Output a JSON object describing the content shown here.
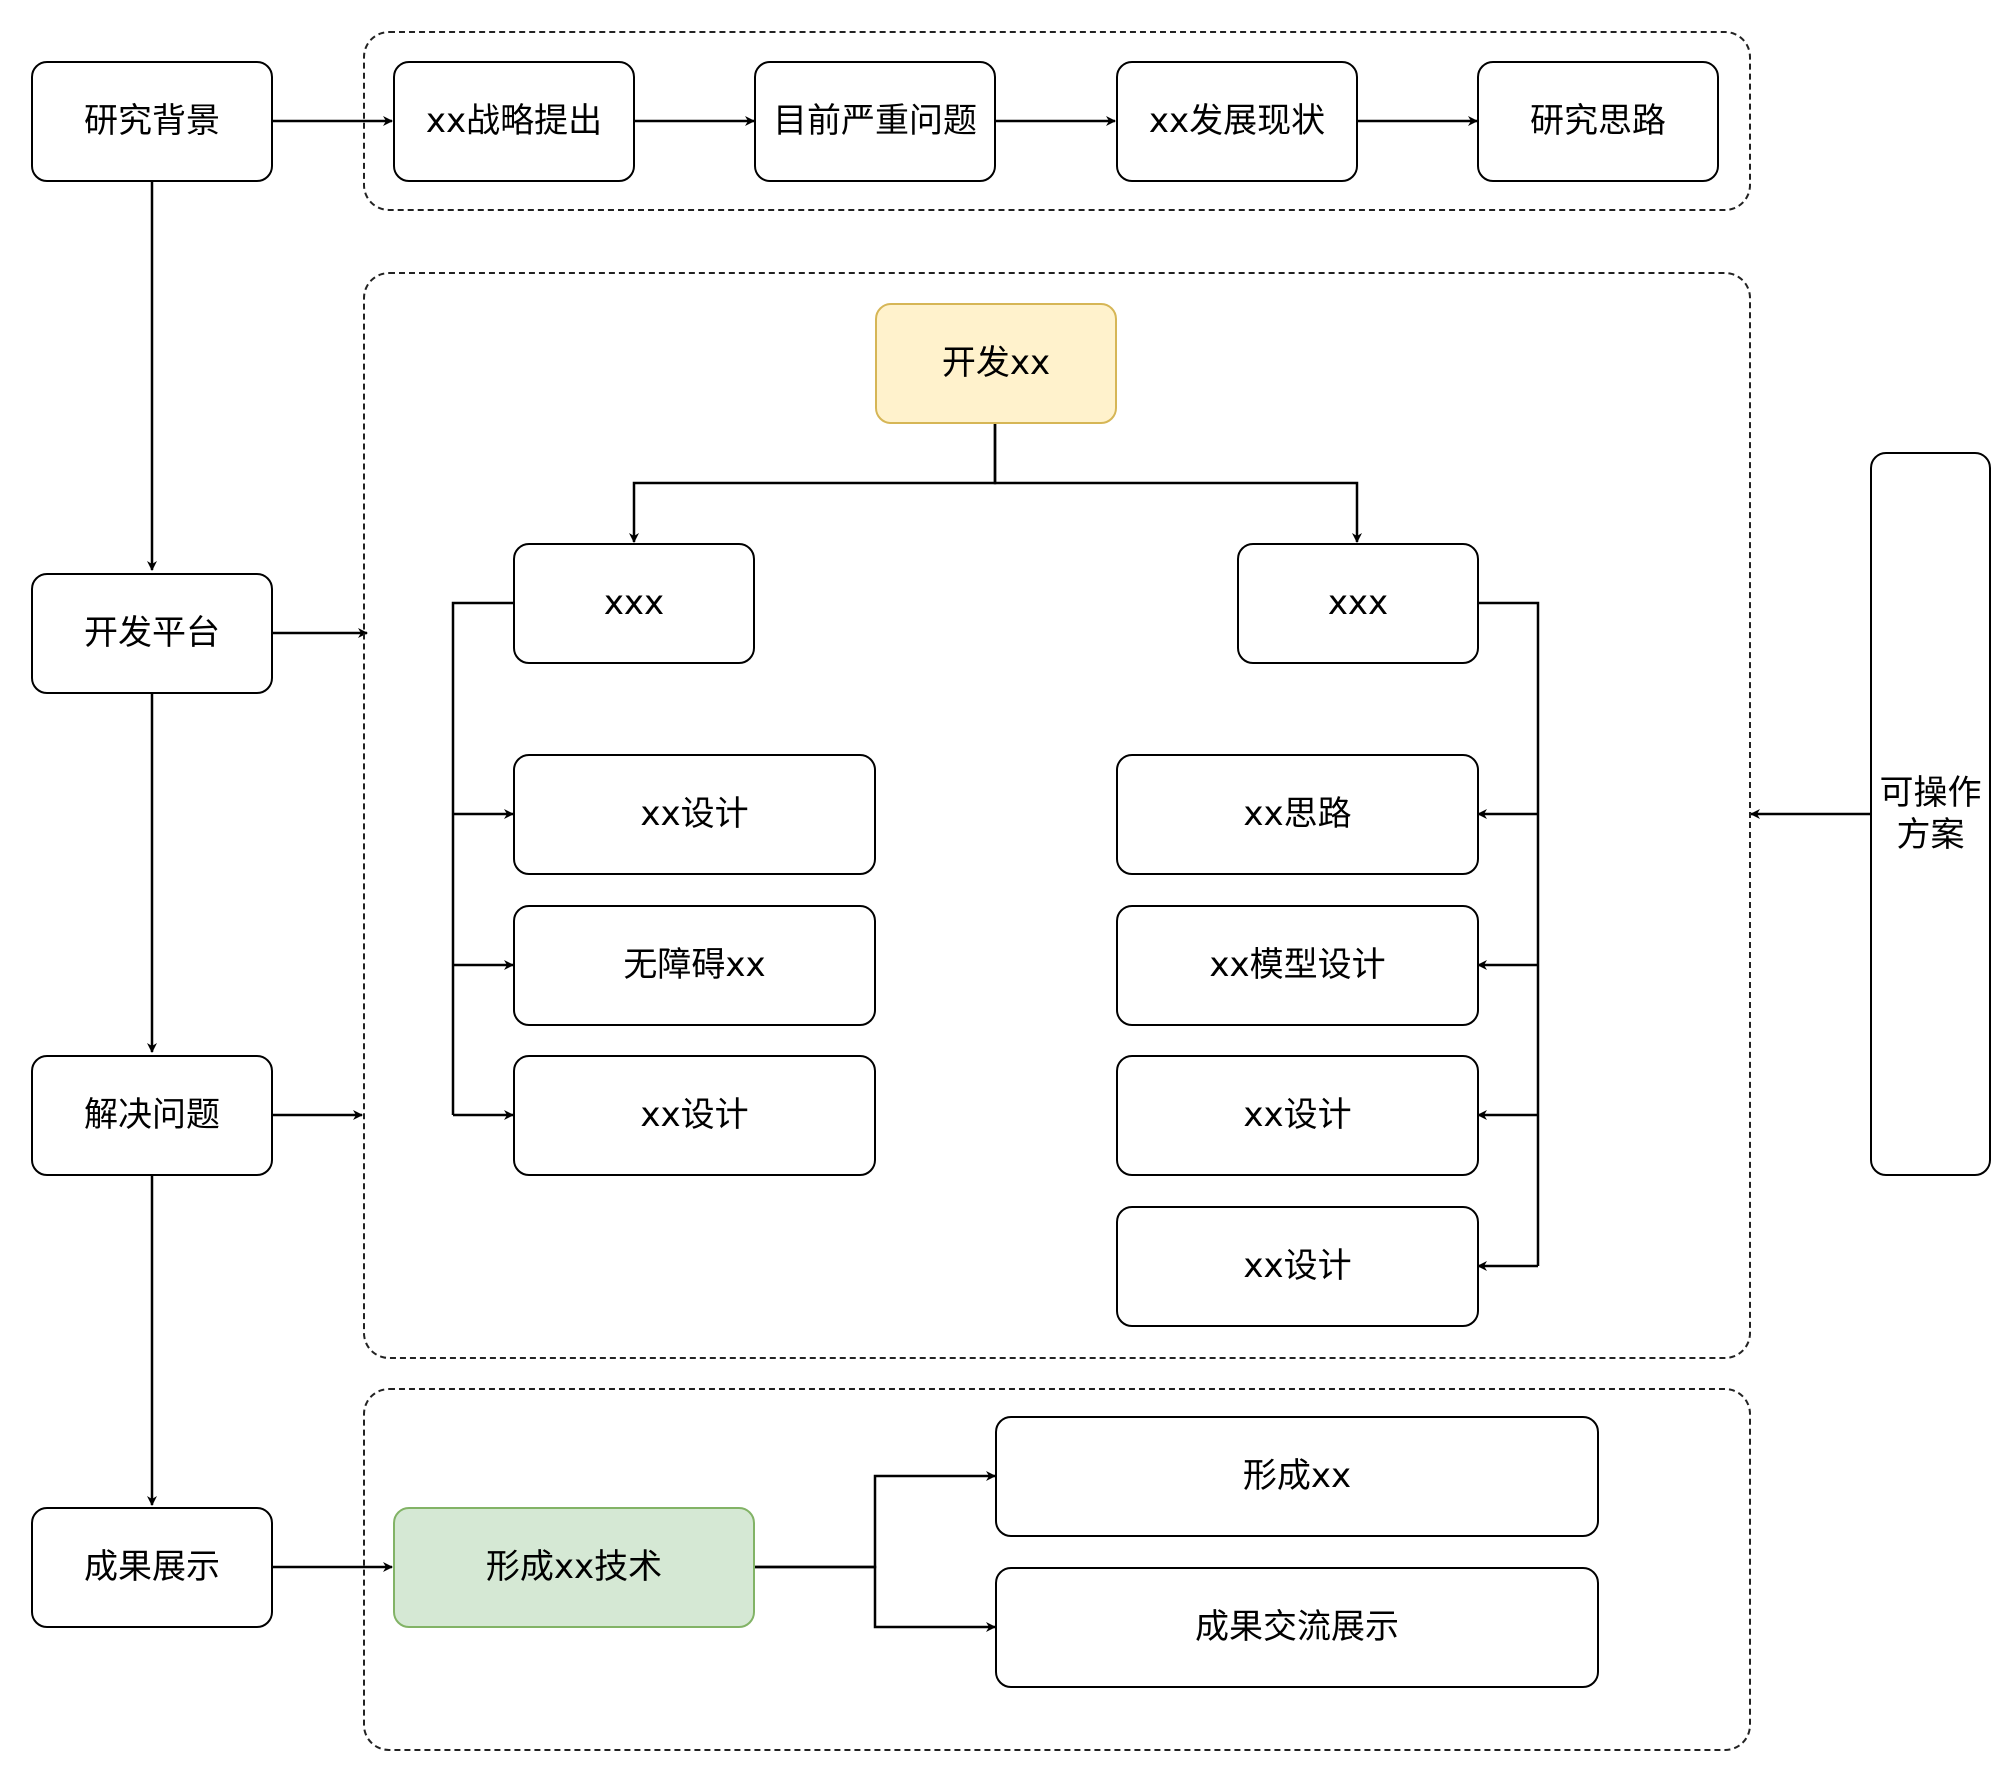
{
  "colors": {
    "line": "#000000",
    "yellow_fill": "#fff2cc",
    "yellow_border": "#d6b656",
    "green_fill": "#d5e8d4",
    "green_border": "#82b366"
  },
  "left_column": {
    "background": "研究背景",
    "platform": "开发平台",
    "solve": "解决问题",
    "results": "成果展示"
  },
  "top_row": [
    "xx战略提出",
    "目前严重问题",
    "xx发展现状",
    "研究思路"
  ],
  "middle": {
    "root": "开发xx",
    "left_branch": {
      "head": "xxx",
      "children": [
        "xx设计",
        "无障碍xx",
        "xx设计"
      ]
    },
    "right_branch": {
      "head": "xxx",
      "children": [
        "xx思路",
        "xx模型设计",
        "xx设计",
        "xx设计"
      ]
    }
  },
  "bottom": {
    "source": "形成xx技术",
    "targets": [
      "形成xx",
      "成果交流展示"
    ]
  },
  "side": {
    "label": "可操作方案"
  }
}
